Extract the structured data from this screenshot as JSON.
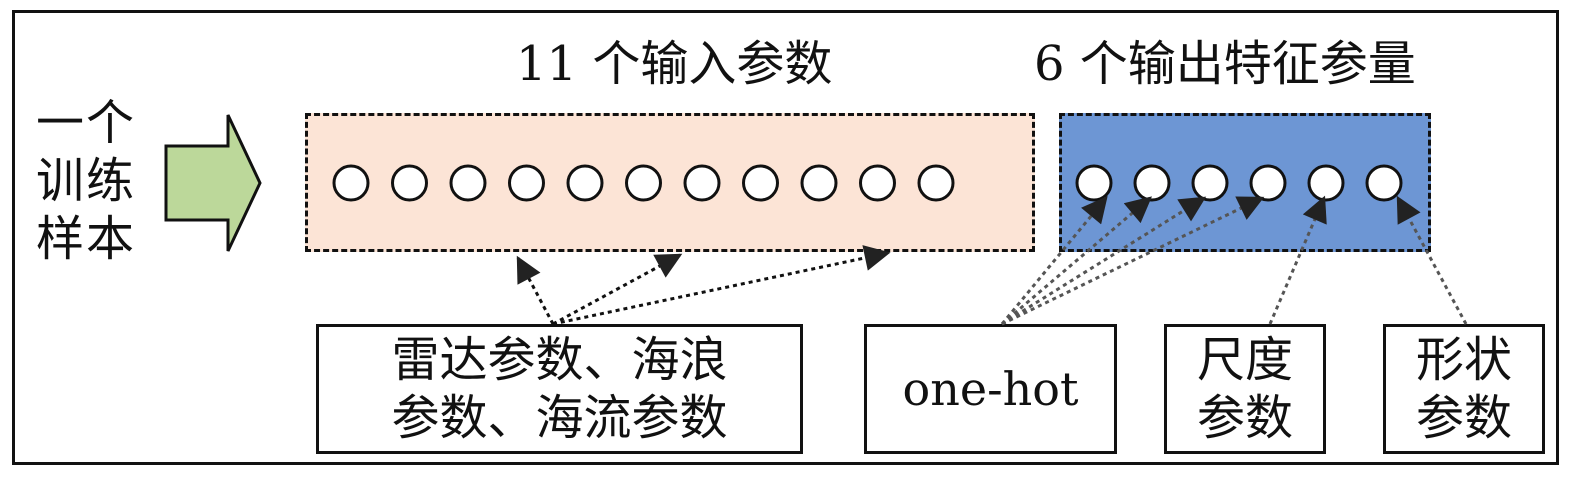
{
  "headings": {
    "input": "11 个输入参数",
    "output": "6 个输出特征参量"
  },
  "sample": {
    "lines": [
      "一个",
      "训练",
      "样本"
    ]
  },
  "nodes": {
    "input_count": 11,
    "output_count": 6
  },
  "boxes": {
    "env": {
      "lines": [
        "雷达参数、海浪",
        "参数、海流参数"
      ]
    },
    "onehot": {
      "label": "one-hot"
    },
    "scale": {
      "lines": [
        "尺度",
        "参数"
      ]
    },
    "shape": {
      "lines": [
        "形状",
        "参数"
      ]
    }
  },
  "colors": {
    "sample_arrow_fill": "#bcd89a",
    "sample_arrow_stroke": "#111111",
    "input_panel_fill": "#fce4d6",
    "output_panel_fill": "#6d96d4",
    "connector": "#111111",
    "connector_light": "#555555"
  }
}
